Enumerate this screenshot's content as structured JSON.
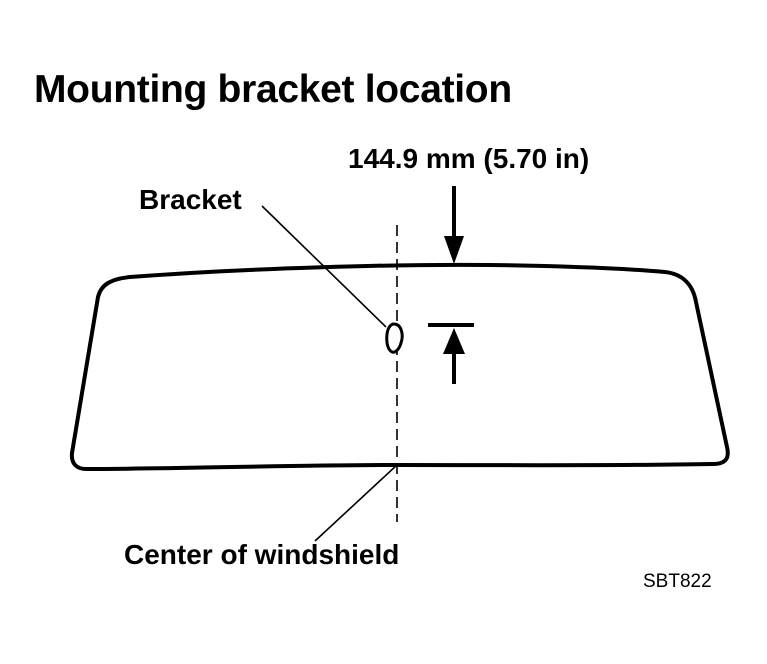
{
  "title": "Mounting bracket location",
  "dimension_label": "144.9 mm (5.70 in)",
  "bracket_label": "Bracket",
  "center_label": "Center of windshield",
  "figure_code": "SBT822",
  "colors": {
    "line": "#000000",
    "background": "#ffffff"
  }
}
